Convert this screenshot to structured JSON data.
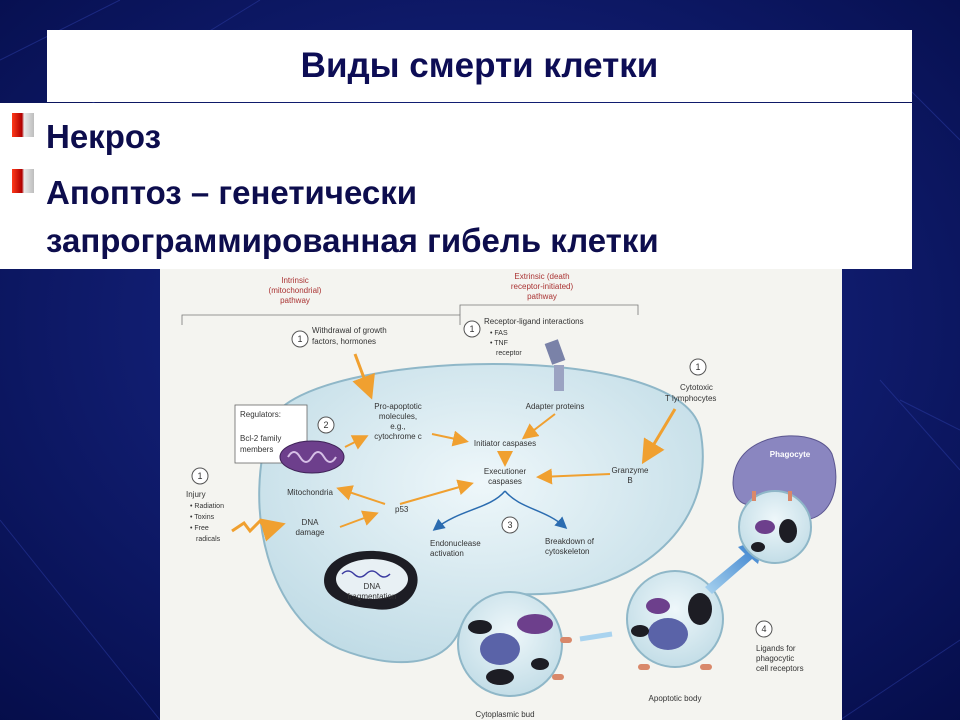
{
  "slide": {
    "title": "Виды смерти клетки",
    "bullets": [
      {
        "text": "Некроз"
      },
      {
        "text": "Апоптоз – генетически"
      },
      {
        "text": "запрограммированная гибель клетки"
      }
    ]
  },
  "diagram": {
    "intrinsic": [
      "Intrinsic",
      "(mitochondrial)",
      "pathway"
    ],
    "extrinsic": [
      "Extrinsic (death",
      "receptor-initiated)",
      "pathway"
    ],
    "step1_growth": {
      "num": "1",
      "lines": [
        "Withdrawal of growth",
        "factors, hormones"
      ]
    },
    "step1_receptor": {
      "num": "1",
      "lines": [
        "Receptor-ligand interactions",
        "• FAS",
        "• TNF",
        "receptor"
      ]
    },
    "step1_ctl": {
      "num": "1",
      "lines": [
        "Cytotoxic",
        "T lymphocytes"
      ]
    },
    "step1_injury": {
      "num": "1",
      "lines": [
        "Injury",
        "• Radiation",
        "• Toxins",
        "• Free",
        "radicals"
      ]
    },
    "step2": "2",
    "step3": "3",
    "step4": "4",
    "regulators": [
      "Regulators:",
      "Bcl-2 family",
      "members"
    ],
    "mitochondria": "Mitochondria",
    "pro_apoptotic": [
      "Pro-apoptotic",
      "molecules,",
      "e.g.,",
      "cytochrome c"
    ],
    "adapter_proteins": "Adapter proteins",
    "initiator_caspases": "Initiator caspases",
    "executioner_caspases": [
      "Executioner",
      "caspases"
    ],
    "granzyme": [
      "Granzyme",
      "B"
    ],
    "dna_damage": [
      "DNA",
      "damage"
    ],
    "p53": "p53",
    "endonuclease": [
      "Endonuclease",
      "activation"
    ],
    "cytoskeleton": [
      "Breakdown of",
      "cytoskeleton"
    ],
    "dna_fragmentation": [
      "DNA",
      "fragmentation"
    ],
    "phagocyte": "Phagocyte",
    "ligands": [
      "Ligands for",
      "phagocytic",
      "cell receptors"
    ],
    "apoptotic_body": "Apoptotic body",
    "cytoplasmic_bud": "Cytoplasmic bud"
  },
  "colors": {
    "background": "#07105a",
    "title_text": "#0d0d55",
    "arrow": "#f0a030",
    "cell_fill": "#d7ebf1",
    "phagocyte": "#8a86c0"
  }
}
